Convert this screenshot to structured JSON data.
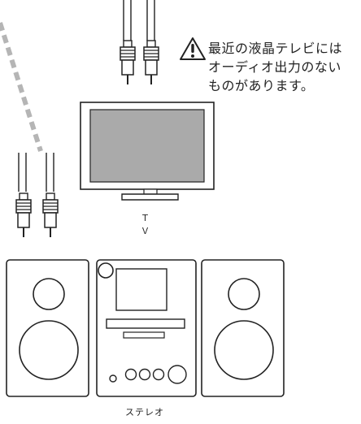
{
  "note": {
    "lines": [
      "最近の液晶テレビには",
      "オーディオ出力のない",
      "ものがあります。"
    ]
  },
  "labels": {
    "tv": "ＴＶ",
    "stereo": "ステレオ"
  },
  "icons": {
    "warning": "warning-triangle-icon",
    "plug": "rca-plug-icon"
  },
  "colors": {
    "line": "#222222",
    "screen": "#aaaaaa",
    "dashed_cable": "#b5b5b5"
  }
}
